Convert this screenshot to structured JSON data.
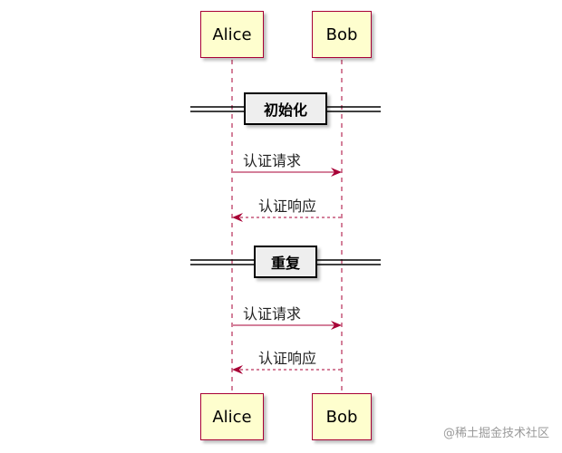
{
  "participants": {
    "alice": {
      "name": "Alice"
    },
    "bob": {
      "name": "Bob"
    }
  },
  "dividers": [
    {
      "label": "初始化"
    },
    {
      "label": "重复"
    }
  ],
  "messages": [
    {
      "from": "alice",
      "to": "bob",
      "label": "认证请求",
      "style": "solid"
    },
    {
      "from": "bob",
      "to": "alice",
      "label": "认证响应",
      "style": "dashed"
    },
    {
      "from": "alice",
      "to": "bob",
      "label": "认证请求",
      "style": "solid"
    },
    {
      "from": "bob",
      "to": "alice",
      "label": "认证响应",
      "style": "dashed"
    }
  ],
  "colors": {
    "participant_fill": "#FEFECE",
    "participant_border": "#A80036",
    "lifeline": "#A80036",
    "arrow": "#A80036",
    "divider_fill": "#EEEEEE",
    "divider_border": "#000000"
  },
  "watermark": "@稀土掘金技术社区"
}
